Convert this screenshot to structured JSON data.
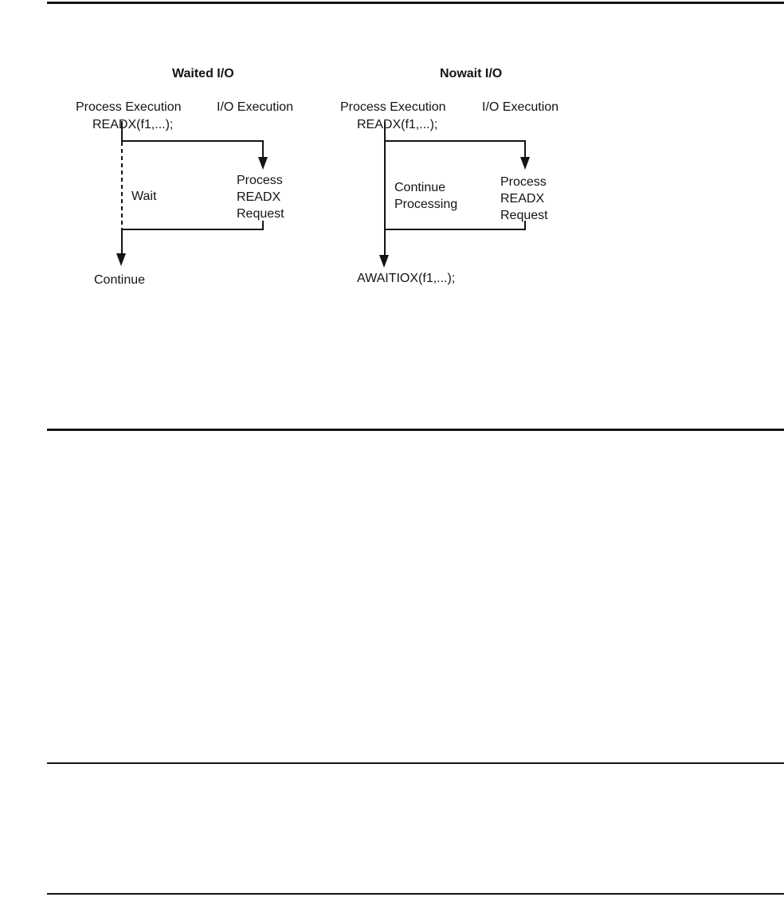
{
  "figure": {
    "waited": {
      "title": "Waited I/O",
      "process_col": "Process Execution",
      "io_col": "I/O Execution",
      "call": "READX(f1,...);",
      "wait_label": "Wait",
      "io_steps": [
        "Process",
        "READX",
        "Request"
      ],
      "end_label": "Continue"
    },
    "nowait": {
      "title": "Nowait I/O",
      "process_col": "Process Execution",
      "io_col": "I/O Execution",
      "call": "READX(f1,...);",
      "busy_lines": [
        "Continue",
        "Processing"
      ],
      "io_steps": [
        "Process",
        "READX",
        "Request"
      ],
      "end_label": "AWAITIOX(f1,...);"
    }
  },
  "colors": {
    "ink": "#141414",
    "background": "#ffffff"
  }
}
